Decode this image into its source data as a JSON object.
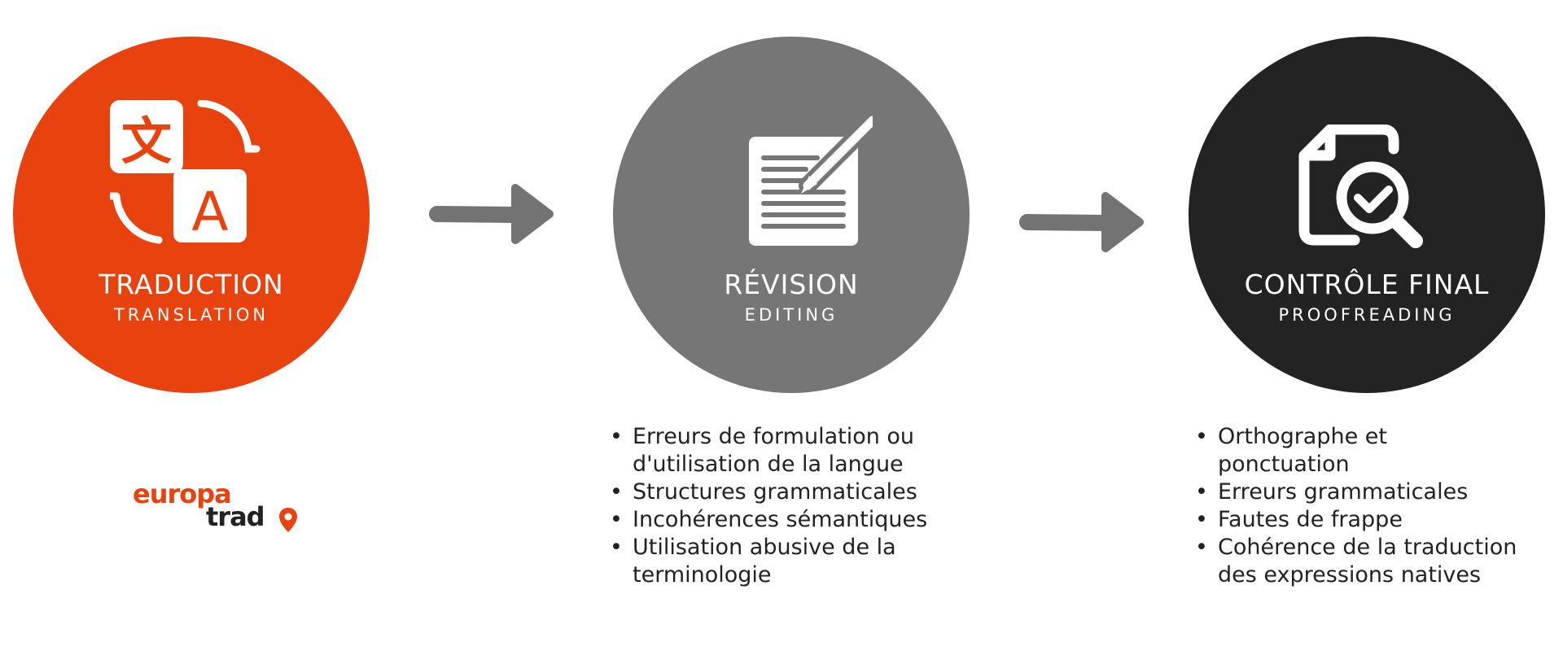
{
  "colors": {
    "translation": "#E8420F",
    "editing": "#767676",
    "proofreading": "#232323",
    "arrow": "#737373",
    "brand_orange": "#E8420F",
    "brand_dark": "#222222"
  },
  "steps": [
    {
      "title": "TRADUCTION",
      "subtitle": "TRANSLATION",
      "icon": "translate-icon"
    },
    {
      "title": "RÉVISION",
      "subtitle": "EDITING",
      "icon": "document-pencil-icon"
    },
    {
      "title": "CONTRÔLE FINAL",
      "subtitle": "PROOFREADING",
      "icon": "document-magnifier-check-icon"
    }
  ],
  "editing_items": [
    "Erreurs de formulation ou",
    "d'utilisation de la langue",
    "Structures grammaticales",
    "Incohérences sémantiques",
    "Utilisation abusive de la",
    "terminologie"
  ],
  "proofreading_items": [
    "Orthographe et",
    "ponctuation",
    "Erreurs grammaticales",
    "Fautes de frappe",
    "Cohérence de la traduction",
    "des expressions natives"
  ],
  "logo": {
    "line1": "europa",
    "line2": "trad"
  },
  "icons": {
    "arrow": "arrow-right-icon",
    "pin": "location-pin-icon"
  }
}
